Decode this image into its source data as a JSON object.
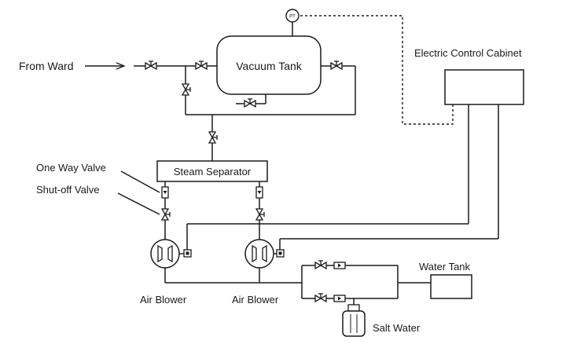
{
  "labels": {
    "from_ward": "From Ward",
    "vacuum_tank": "Vacuum Tank",
    "pressure_transmitter": "PT",
    "electric_control_cabinet": "Electric Control Cabinet",
    "steam_separator": "Steam Separator",
    "one_way_valve": "One Way Valve",
    "shutoff_valve": "Shut-off  Valve",
    "air_blower_1": "Air Blower",
    "air_blower_2": "Air Blower",
    "water_tank": "Water Tank",
    "salt_water": "Salt Water"
  }
}
